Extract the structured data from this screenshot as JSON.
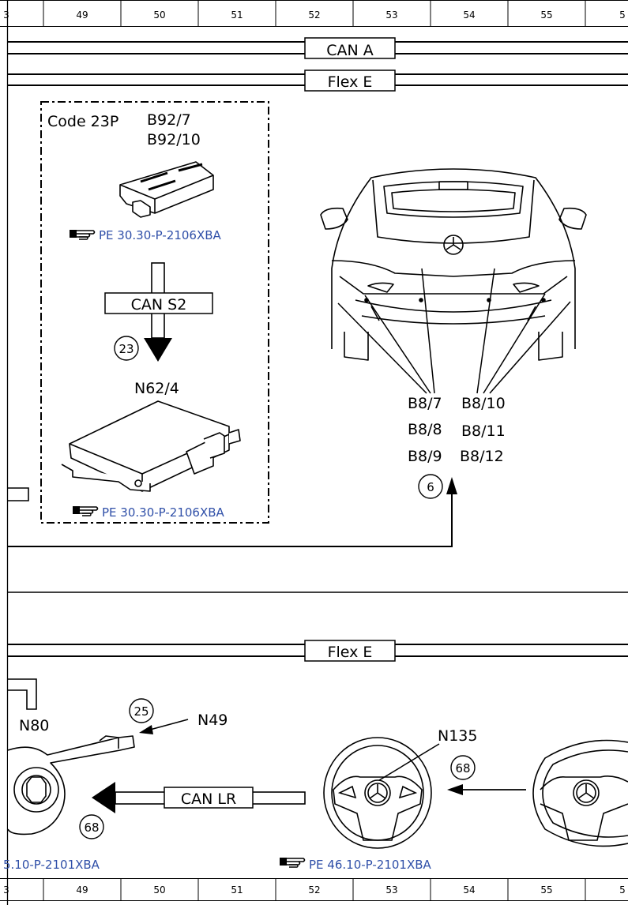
{
  "ruler": {
    "cells": [
      "3",
      "49",
      "50",
      "51",
      "52",
      "53",
      "54",
      "55",
      "5"
    ]
  },
  "buses": {
    "can_a": "CAN A",
    "flex_e_top": "Flex E",
    "flex_e_bottom": "Flex E",
    "can_s2": "CAN S2",
    "can_lr": "CAN LR"
  },
  "code_box": {
    "code": "Code 23P",
    "component_1": "B92/7",
    "component_2": "B92/10",
    "ref_1": "PE 30.30-P-2106XBA",
    "module": "N62/4",
    "ref_2": "PE 30.30-P-2106XBA"
  },
  "sensors": {
    "left": [
      "B8/7",
      "B8/8",
      "B8/9"
    ],
    "right": [
      "B8/10",
      "B8/11",
      "B8/12"
    ]
  },
  "circles": {
    "c23": "23",
    "c6": "6",
    "c25": "25",
    "c68_left": "68",
    "c68_right": "68"
  },
  "bottom": {
    "n80": "N80",
    "n49": "N49",
    "n135": "N135",
    "ref_left": "5.10-P-2101XBA",
    "ref_right": "PE 46.10-P-2101XBA"
  },
  "colors": {
    "line": "#000000",
    "reference_link": "#2f4fa8"
  },
  "icons": {
    "reference": "pointing-hand-icon"
  }
}
